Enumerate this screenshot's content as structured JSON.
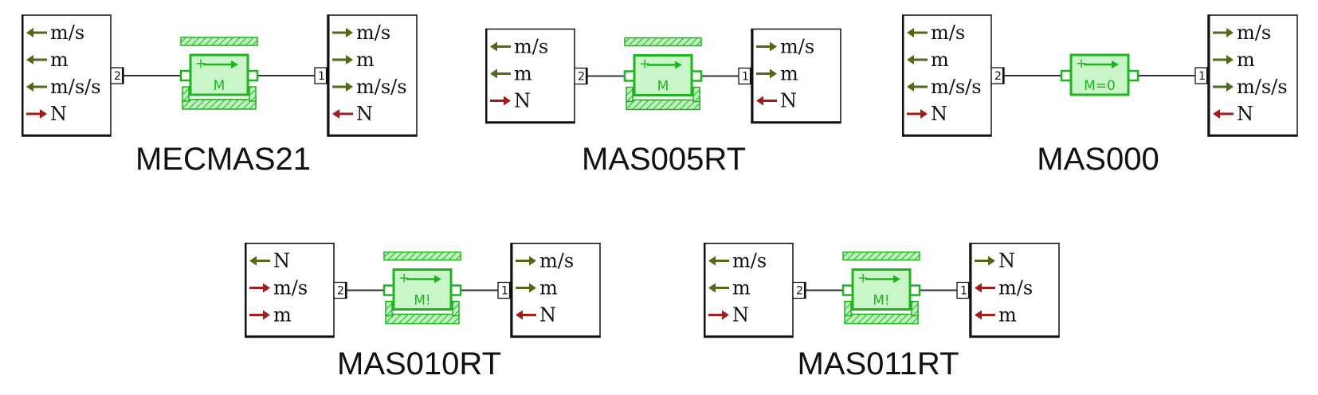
{
  "colors": {
    "in_arrow": "#4f6b16",
    "out_arrow": "#a31c1c",
    "mass_green": "#1db51d",
    "mass_fill": "#c9f5c9",
    "hatch_fill": "#bff0bf",
    "line": "#333333",
    "box_border": "#111111"
  },
  "diagrams": [
    {
      "caption": "MECMAS21",
      "left_port": "2",
      "right_port": "1",
      "mass_label": "M",
      "has_guides": true,
      "left_box": [
        {
          "dir": "left",
          "color": "in",
          "label": "m/s"
        },
        {
          "dir": "left",
          "color": "in",
          "label": "m"
        },
        {
          "dir": "left",
          "color": "in",
          "label": "m/s/s"
        },
        {
          "dir": "right",
          "color": "out",
          "label": "N"
        }
      ],
      "right_box": [
        {
          "dir": "right",
          "color": "in",
          "label": "m/s"
        },
        {
          "dir": "right",
          "color": "in",
          "label": "m"
        },
        {
          "dir": "right",
          "color": "in",
          "label": "m/s/s"
        },
        {
          "dir": "left",
          "color": "out",
          "label": "N"
        }
      ]
    },
    {
      "caption": "MAS005RT",
      "left_port": "2",
      "right_port": "1",
      "mass_label": "M",
      "has_guides": true,
      "left_box": [
        {
          "dir": "left",
          "color": "in",
          "label": "m/s"
        },
        {
          "dir": "left",
          "color": "in",
          "label": "m"
        },
        {
          "dir": "right",
          "color": "out",
          "label": "N"
        }
      ],
      "right_box": [
        {
          "dir": "right",
          "color": "in",
          "label": "m/s"
        },
        {
          "dir": "right",
          "color": "in",
          "label": "m"
        },
        {
          "dir": "left",
          "color": "out",
          "label": "N"
        }
      ]
    },
    {
      "caption": "MAS000",
      "left_port": "2",
      "right_port": "1",
      "mass_label": "M=0",
      "has_guides": false,
      "left_box": [
        {
          "dir": "left",
          "color": "in",
          "label": "m/s"
        },
        {
          "dir": "left",
          "color": "in",
          "label": "m"
        },
        {
          "dir": "left",
          "color": "in",
          "label": "m/s/s"
        },
        {
          "dir": "right",
          "color": "out",
          "label": "N"
        }
      ],
      "right_box": [
        {
          "dir": "right",
          "color": "in",
          "label": "m/s"
        },
        {
          "dir": "right",
          "color": "in",
          "label": "m"
        },
        {
          "dir": "right",
          "color": "in",
          "label": "m/s/s"
        },
        {
          "dir": "left",
          "color": "out",
          "label": "N"
        }
      ]
    },
    {
      "caption": "MAS010RT",
      "left_port": "2",
      "right_port": "1",
      "mass_label": "M!",
      "has_guides": true,
      "left_box": [
        {
          "dir": "left",
          "color": "in",
          "label": "N"
        },
        {
          "dir": "right",
          "color": "out",
          "label": "m/s"
        },
        {
          "dir": "right",
          "color": "out",
          "label": "m"
        }
      ],
      "right_box": [
        {
          "dir": "right",
          "color": "in",
          "label": "m/s"
        },
        {
          "dir": "right",
          "color": "in",
          "label": "m"
        },
        {
          "dir": "left",
          "color": "out",
          "label": "N"
        }
      ]
    },
    {
      "caption": "MAS011RT",
      "left_port": "2",
      "right_port": "1",
      "mass_label": "M!",
      "has_guides": true,
      "left_box": [
        {
          "dir": "left",
          "color": "in",
          "label": "m/s"
        },
        {
          "dir": "left",
          "color": "in",
          "label": "m"
        },
        {
          "dir": "right",
          "color": "out",
          "label": "N"
        }
      ],
      "right_box": [
        {
          "dir": "right",
          "color": "in",
          "label": "N"
        },
        {
          "dir": "left",
          "color": "out",
          "label": "m/s"
        },
        {
          "dir": "left",
          "color": "out",
          "label": "m"
        }
      ]
    }
  ]
}
